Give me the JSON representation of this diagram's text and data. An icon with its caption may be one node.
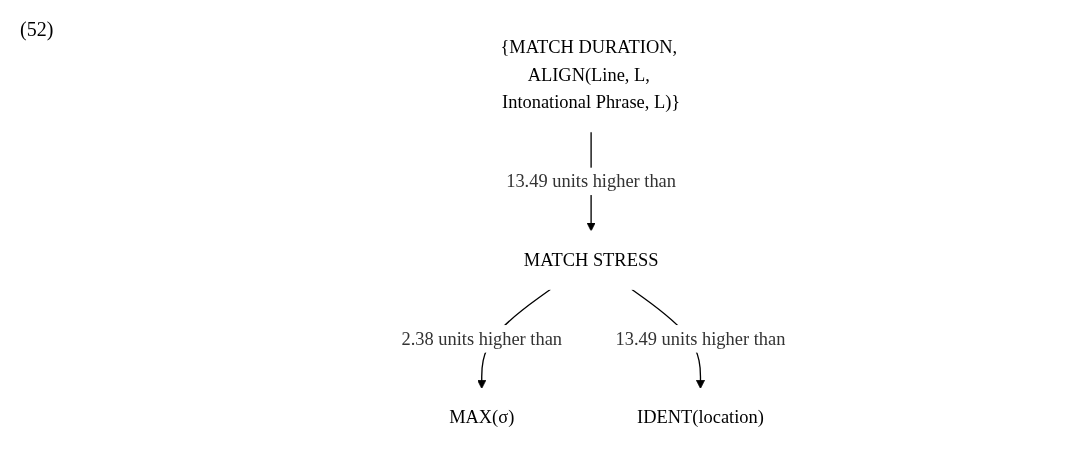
{
  "diagram": {
    "nodes": [
      {
        "text": [
          "{MATCH DURATION, ALIGN(Line, L, Intonational Phrase, L)}"
        ]
      },
      {
        "text": [
          "MATCH STRESS"
        ]
      },
      {
        "text": [
          "MAX(σ)"
        ]
      },
      {
        "text": [
          "IDENT(location)"
        ]
      }
    ],
    "edges": [
      {
        "from": 0,
        "to": 1,
        "arrow": "to",
        "label": "13.49 units higher than"
      },
      {
        "from": 1,
        "to": 2,
        "arrow": "to",
        "label": "2.38 units higher than"
      },
      {
        "from": 1,
        "to": 3,
        "arrow": "to",
        "label": "13.49 units higher than"
      }
    ],
    "labels": [
      "(52)"
    ]
  }
}
